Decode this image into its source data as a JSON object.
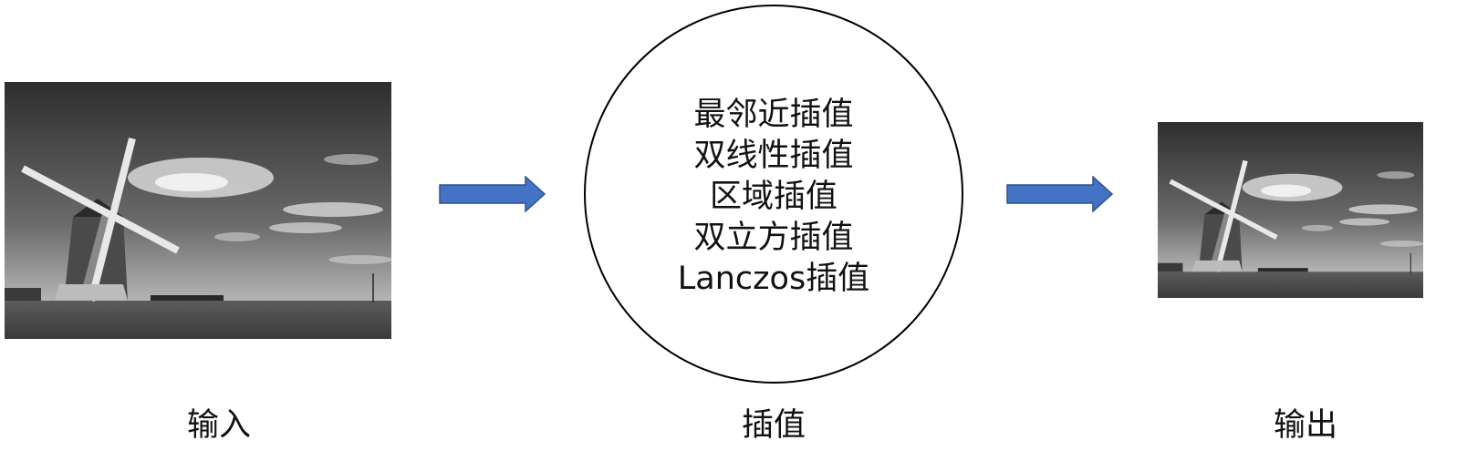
{
  "diagram": {
    "methods": [
      "最邻近插值",
      "双线性插值",
      "区域插值",
      "双立方插值",
      "Lanczos插值"
    ],
    "captions": {
      "input": "输入",
      "interpolation": "插值",
      "output": "输出"
    },
    "images": {
      "input": "grayscale-windmill-photo",
      "output": "grayscale-windmill-photo-resized"
    },
    "colors": {
      "arrow": "#4472C4",
      "arrow_border": "#2F528F",
      "circle_stroke": "#000000",
      "text": "#111111"
    }
  }
}
